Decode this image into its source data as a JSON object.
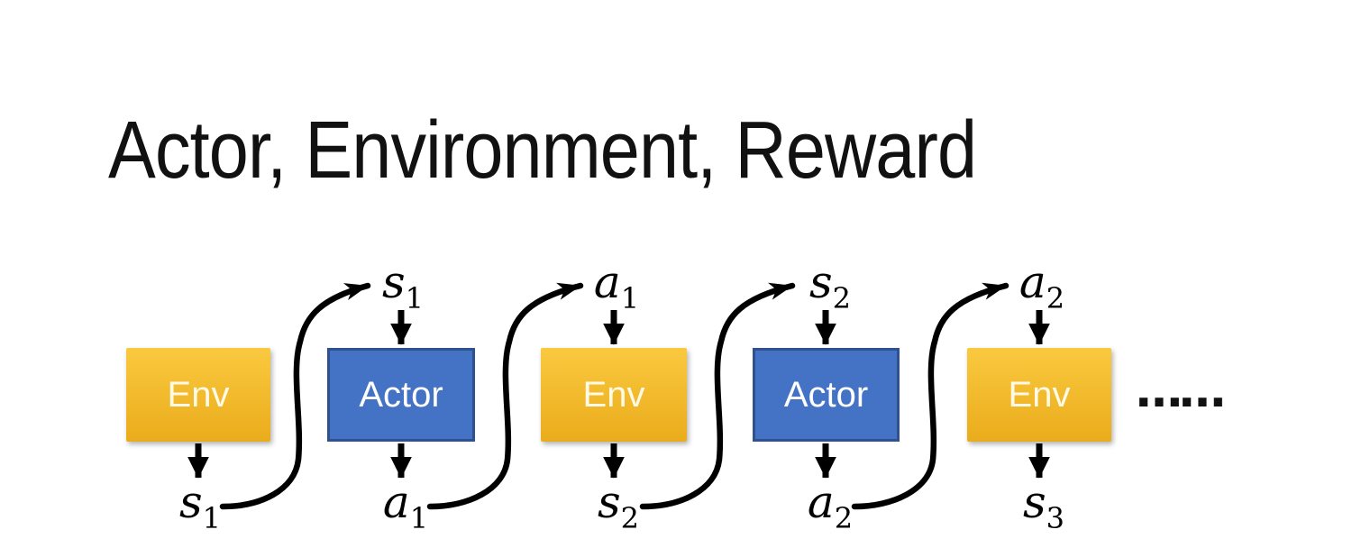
{
  "title": "Actor, Environment, Reward",
  "colors": {
    "title_text": "#111111",
    "arrow": "#000000",
    "env_top": "#FAC93F",
    "env_bottom": "#EAAC1C",
    "env_text": "#FFFAE8",
    "actor_fill": "#4472C4",
    "actor_border": "#2F528F",
    "actor_text": "#FFFFFF"
  },
  "boxes": [
    {
      "type": "env",
      "label": "Env"
    },
    {
      "type": "actor",
      "label": "Actor"
    },
    {
      "type": "env",
      "label": "Env"
    },
    {
      "type": "actor",
      "label": "Actor"
    },
    {
      "type": "env",
      "label": "Env"
    }
  ],
  "top_labels": [
    {
      "base": "s",
      "sub": "1"
    },
    {
      "base": "a",
      "sub": "1"
    },
    {
      "base": "s",
      "sub": "2"
    },
    {
      "base": "a",
      "sub": "2"
    }
  ],
  "bottom_labels": [
    {
      "base": "s",
      "sub": "1"
    },
    {
      "base": "a",
      "sub": "1"
    },
    {
      "base": "s",
      "sub": "2"
    },
    {
      "base": "a",
      "sub": "2"
    },
    {
      "base": "s",
      "sub": "3"
    }
  ],
  "ellipsis": "……"
}
